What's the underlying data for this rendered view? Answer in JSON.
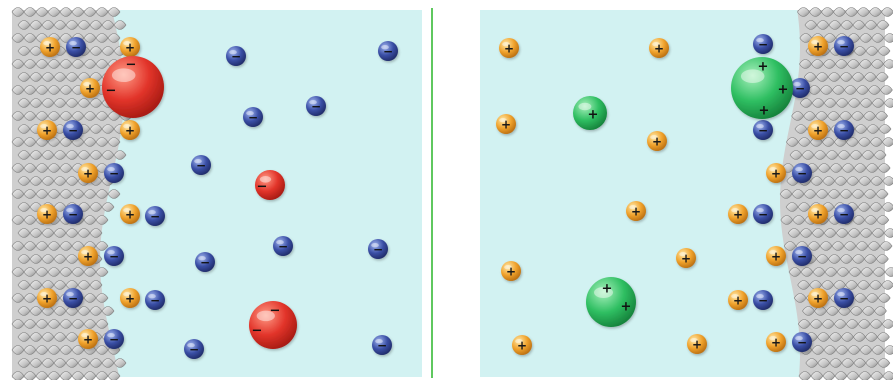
{
  "panels": [
    {
      "id": "left",
      "wall_side": "left",
      "small_cation_charge": "+",
      "small_anion_charge": "−",
      "large_ion_color": "#e2342a",
      "large_ion_charge": "−"
    },
    {
      "id": "right",
      "wall_side": "right",
      "small_cation_charge": "+",
      "small_anion_charge": "−",
      "large_ion_color": "#2fbf62",
      "large_ion_charge": "+"
    }
  ],
  "colors": {
    "solution": "#d2f2f2",
    "divider": "#2ab52a",
    "cation": "#f0a22c",
    "anion": "#3a4fa6",
    "wall_light": "#e6e6e6",
    "wall_dark": "#8d8d8d"
  },
  "icons": {
    "cation": "plus-sign-icon",
    "anion": "minus-sign-icon"
  }
}
